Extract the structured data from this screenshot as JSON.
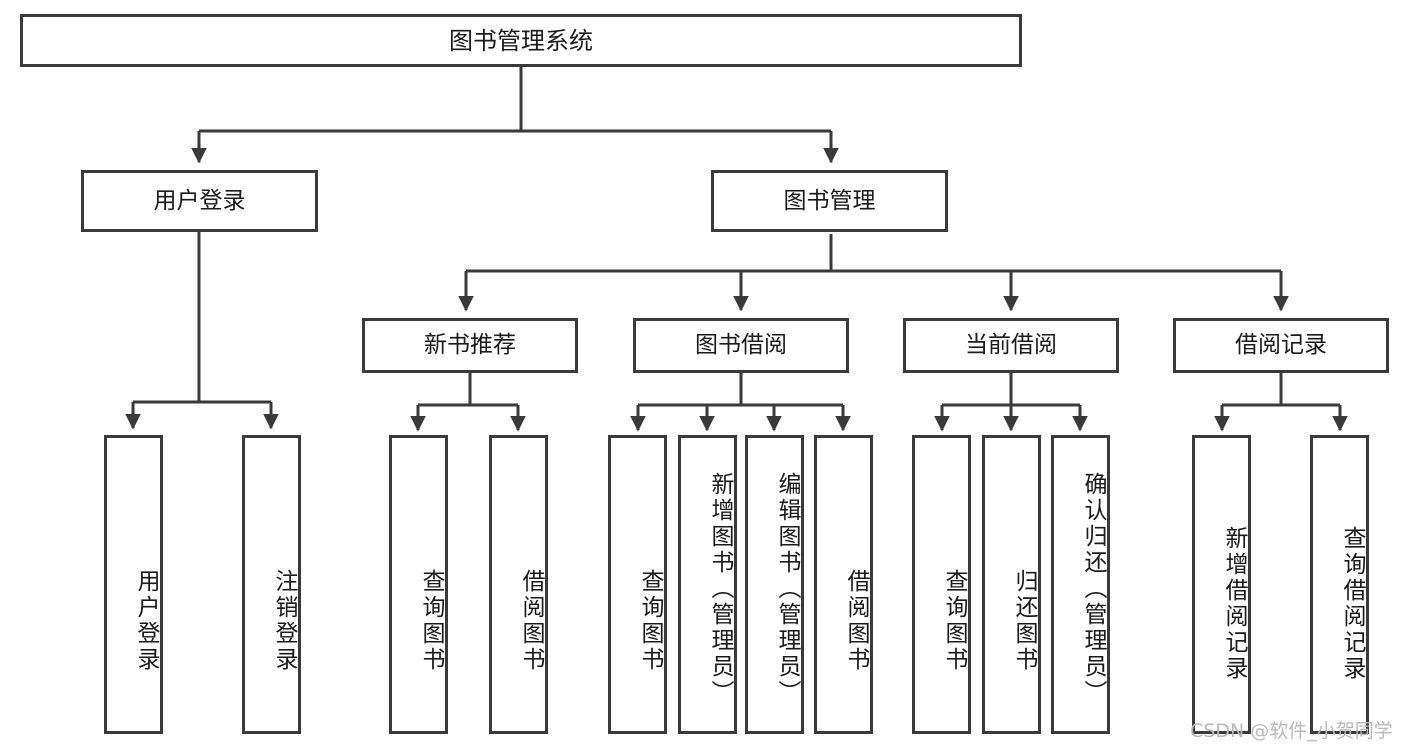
{
  "diagram": {
    "title": "图书管理系统",
    "type": "tree-hierarchy-diagram",
    "watermark": "CSDN @软件_小贺同学",
    "colors": {
      "border": "#3a3a3a",
      "background": "#ffffff",
      "text": "#1a1a1a",
      "watermark": "#b9b9b9"
    },
    "root": {
      "label": "图书管理系统"
    },
    "level2": [
      {
        "label": "用户登录"
      },
      {
        "label": "图书管理"
      }
    ],
    "level3": [
      {
        "label": "新书推荐"
      },
      {
        "label": "图书借阅"
      },
      {
        "label": "当前借阅"
      },
      {
        "label": "借阅记录"
      }
    ],
    "leaves": {
      "user_login": [
        {
          "label": "用户登录"
        },
        {
          "label": "注销登录"
        }
      ],
      "new_book_recommend": [
        {
          "label": "查询图书"
        },
        {
          "label": "借阅图书"
        }
      ],
      "book_borrow": [
        {
          "label": "查询图书"
        },
        {
          "label": "新增图书（管理员）"
        },
        {
          "label": "编辑图书（管理员）"
        },
        {
          "label": "借阅图书"
        }
      ],
      "current_borrow": [
        {
          "label": "查询图书"
        },
        {
          "label": "归还图书"
        },
        {
          "label": "确认归还（管理员）"
        }
      ],
      "borrow_record": [
        {
          "label": "新增借阅记录"
        },
        {
          "label": "查询借阅记录"
        }
      ]
    }
  }
}
